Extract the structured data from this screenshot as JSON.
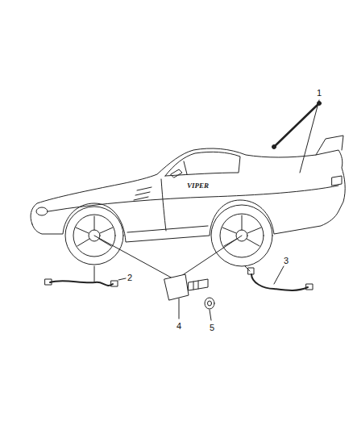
{
  "diagram": {
    "labels": [
      "1",
      "2",
      "3",
      "4",
      "5",
      "VIPER"
    ]
  }
}
